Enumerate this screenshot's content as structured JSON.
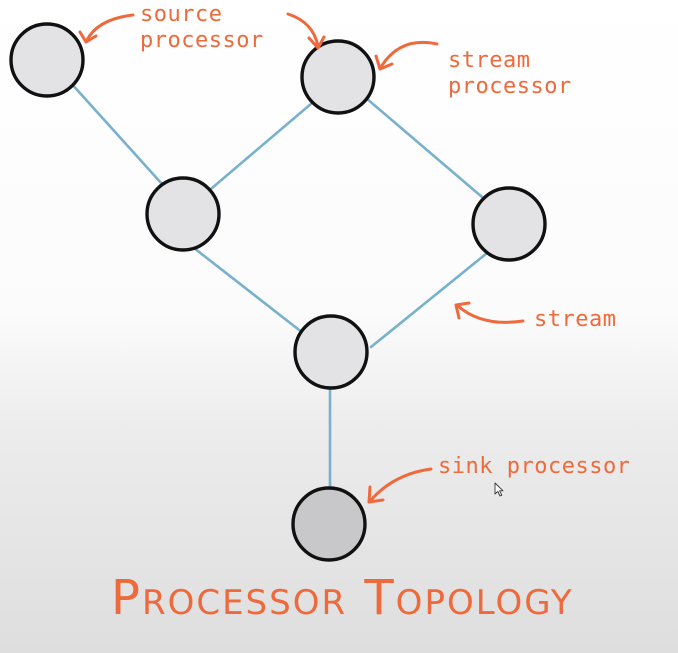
{
  "diagram": {
    "title": "Processor Topology",
    "labels": {
      "source_line1": "source",
      "source_line2": "processor",
      "stream_proc_line1": "stream",
      "stream_proc_line2": "processor",
      "stream": "stream",
      "sink": "sink processor"
    },
    "colors": {
      "annotation": "#ee6a3c",
      "edge": "#78b1cd",
      "node_fill": "#e3e3e6",
      "node_outline": "#111111"
    }
  }
}
